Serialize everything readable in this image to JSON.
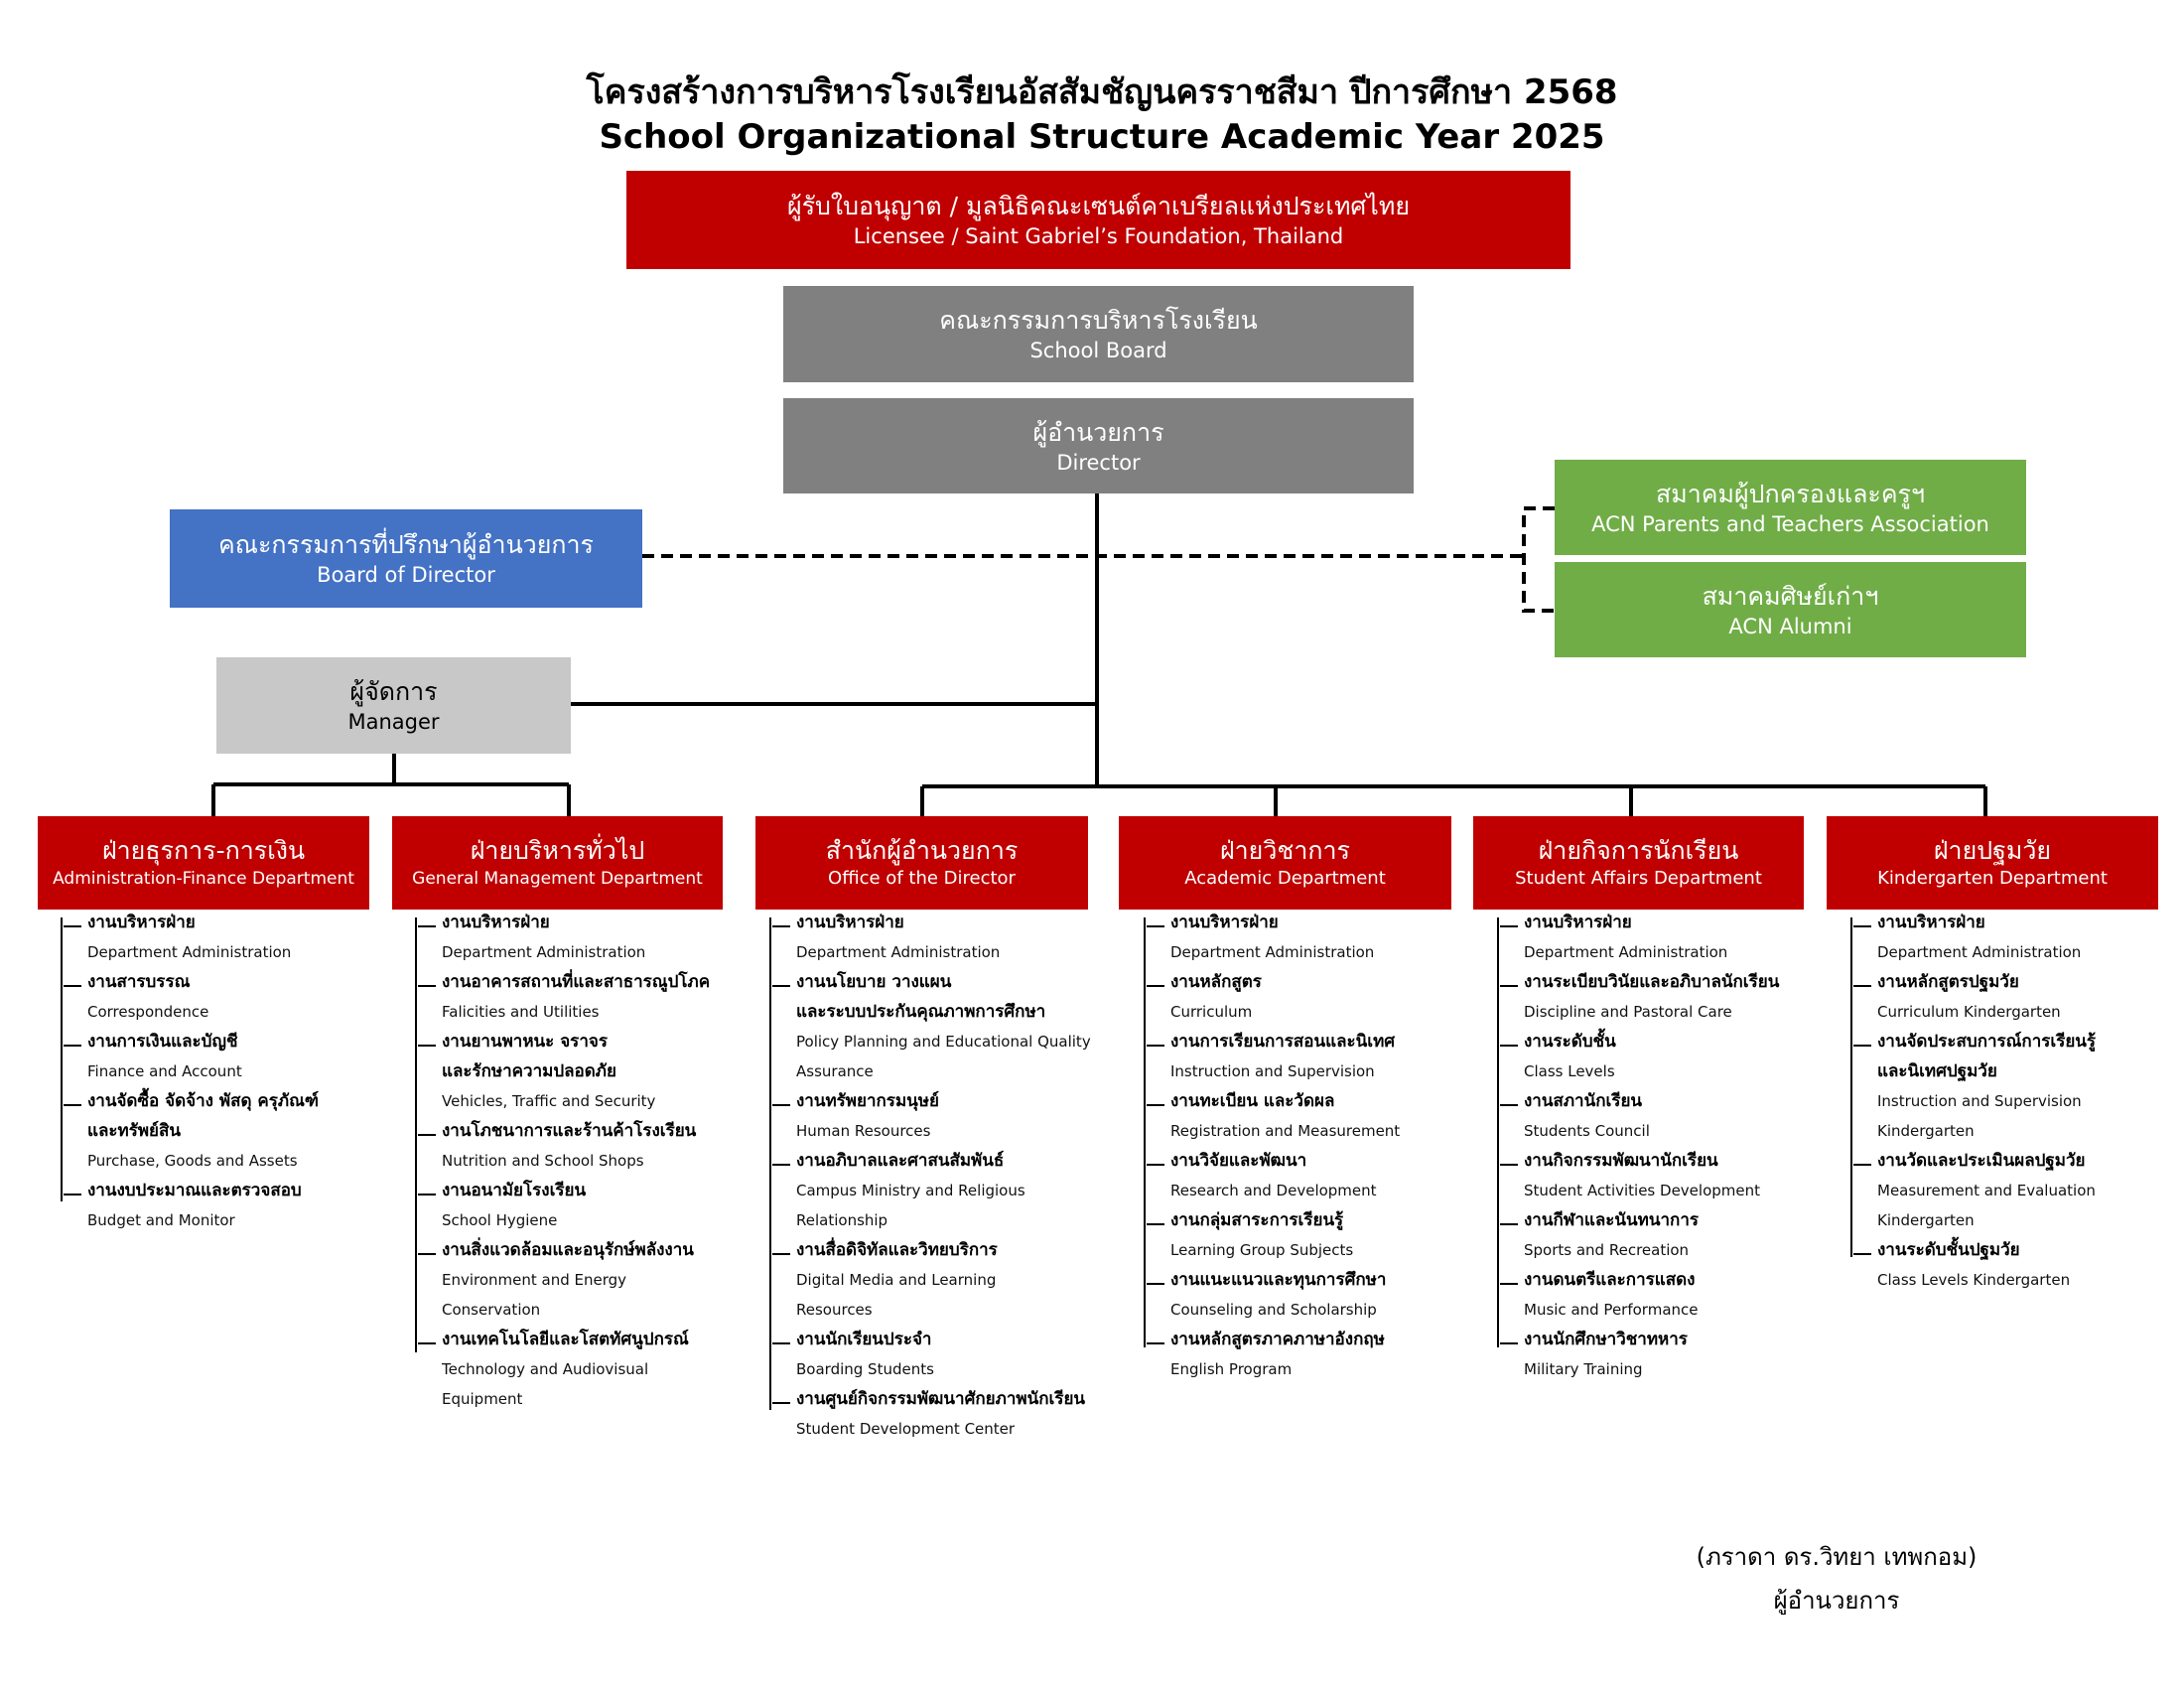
{
  "title": {
    "thai": "โครงสร้างการบริหารโรงเรียนอัสสัมชัญนครราชสีมา ปีการศึกษา 2568",
    "english": "School Organizational Structure Academic Year 2025"
  },
  "top": {
    "licensee": {
      "th": "ผู้รับใบอนุญาต / มูลนิธิคณะเซนต์คาเบรียลแห่งประเทศไทย",
      "en": "Licensee / Saint Gabriel’s Foundation, Thailand"
    },
    "board": {
      "th": "คณะกรรมการบริหารโรงเรียน",
      "en": "School Board"
    },
    "director": {
      "th": "ผู้อำนวยการ",
      "en": "Director"
    },
    "advisory": {
      "th": "คณะกรรมการที่ปรึกษาผู้อำนวยการ",
      "en": "Board of Director"
    },
    "parents": {
      "th": "สมาคมผู้ปกครองและครูฯ",
      "en": "ACN Parents and Teachers Association"
    },
    "alumni": {
      "th": "สมาคมศิษย์เก่าฯ",
      "en": "ACN Alumni"
    },
    "manager": {
      "th": "ผู้จัดการ",
      "en": "Manager"
    }
  },
  "departments": [
    {
      "th": "ฝ่ายธุรการ-การเงิน",
      "en": "Administration-Finance Department",
      "items": [
        {
          "th": "งานบริหารฝ่าย",
          "en": [
            "Department Administration"
          ]
        },
        {
          "th": "งานสารบรรณ",
          "en": [
            "Correspondence"
          ]
        },
        {
          "th": "งานการเงินและบัญชี",
          "en": [
            "Finance and Account"
          ]
        },
        {
          "th": "งานจัดซื้อ จัดจ้าง พัสดุ ครุภัณฑ์\nและทรัพย์สิน",
          "en": [
            "Purchase, Goods and Assets"
          ]
        },
        {
          "th": "งานงบประมาณและตรวจสอบ",
          "en": [
            "Budget and Monitor"
          ]
        }
      ]
    },
    {
      "th": "ฝ่ายบริหารทั่วไป",
      "en": "General Management Department",
      "items": [
        {
          "th": "งานบริหารฝ่าย",
          "en": [
            "Department Administration"
          ]
        },
        {
          "th": "งานอาคารสถานที่และสาธารณูปโภค",
          "en": [
            "Falicities and Utilities"
          ]
        },
        {
          "th": "งานยานพาหนะ จราจร\nและรักษาความปลอดภัย",
          "en": [
            "Vehicles, Traffic and Security"
          ]
        },
        {
          "th": "งานโภชนาการและร้านค้าโรงเรียน",
          "en": [
            "Nutrition and School Shops"
          ]
        },
        {
          "th": "งานอนามัยโรงเรียน",
          "en": [
            "School Hygiene"
          ]
        },
        {
          "th": "งานสิ่งแวดล้อมและอนุรักษ์พลังงาน",
          "en": [
            "Environment and Energy",
            "Conservation"
          ]
        },
        {
          "th": "งานเทคโนโลยีและโสตทัศนูปกรณ์",
          "en": [
            "Technology and Audiovisual",
            "Equipment"
          ]
        }
      ]
    },
    {
      "th": "สำนักผู้อำนวยการ",
      "en": "Office of the Director",
      "items": [
        {
          "th": "งานบริหารฝ่าย",
          "en": [
            "Department Administration"
          ]
        },
        {
          "th": "งานนโยบาย วางแผน\nและระบบประกันคุณภาพการศึกษา",
          "en": [
            "Policy Planning and Educational Quality",
            "Assurance"
          ]
        },
        {
          "th": "งานทรัพยากรมนุษย์",
          "en": [
            "Human Resources"
          ]
        },
        {
          "th": "งานอภิบาลและศาสนสัมพันธ์",
          "en": [
            "Campus Ministry and Religious",
            "Relationship"
          ]
        },
        {
          "th": "งานสื่อดิจิทัลและวิทยบริการ",
          "en": [
            "Digital Media and Learning",
            "Resources"
          ]
        },
        {
          "th": "งานนักเรียนประจำ",
          "en": [
            "Boarding Students"
          ]
        },
        {
          "th": "งานศูนย์กิจกรรมพัฒนาศักยภาพนักเรียน",
          "en": [
            "Student Development Center"
          ]
        }
      ]
    },
    {
      "th": "ฝ่ายวิชาการ",
      "en": "Academic Department",
      "items": [
        {
          "th": "งานบริหารฝ่าย",
          "en": [
            "Department Administration"
          ]
        },
        {
          "th": "งานหลักสูตร",
          "en": [
            "Curriculum"
          ]
        },
        {
          "th": "งานการเรียนการสอนและนิเทศ",
          "en": [
            "Instruction and Supervision"
          ]
        },
        {
          "th": "งานทะเบียน และวัดผล",
          "en": [
            "Registration and Measurement"
          ]
        },
        {
          "th": "งานวิจัยและพัฒนา",
          "en": [
            "Research and Development"
          ]
        },
        {
          "th": "งานกลุ่มสาระการเรียนรู้",
          "en": [
            "Learning Group Subjects"
          ]
        },
        {
          "th": "งานแนะแนวและทุนการศึกษา",
          "en": [
            "Counseling and Scholarship"
          ]
        },
        {
          "th": "งานหลักสูตรภาคภาษาอังกฤษ",
          "en": [
            "English Program"
          ]
        }
      ]
    },
    {
      "th": "ฝ่ายกิจการนักเรียน",
      "en": "Student Affairs Department",
      "items": [
        {
          "th": "งานบริหารฝ่าย",
          "en": [
            "Department Administration"
          ]
        },
        {
          "th": "งานระเบียบวินัยและอภิบาลนักเรียน",
          "en": [
            "Discipline and Pastoral Care"
          ]
        },
        {
          "th": "งานระดับชั้น",
          "en": [
            "Class Levels"
          ]
        },
        {
          "th": "งานสภานักเรียน",
          "en": [
            "Students Council"
          ]
        },
        {
          "th": "งานกิจกรรมพัฒนานักเรียน",
          "en": [
            "Student Activities Development"
          ]
        },
        {
          "th": "งานกีฬาและนันทนาการ",
          "en": [
            "Sports and Recreation"
          ]
        },
        {
          "th": "งานดนตรีและการแสดง",
          "en": [
            "Music and Performance"
          ]
        },
        {
          "th": "งานนักศึกษาวิชาทหาร",
          "en": [
            "Military Training"
          ]
        }
      ]
    },
    {
      "th": "ฝ่ายปฐมวัย",
      "en": "Kindergarten Department",
      "items": [
        {
          "th": "งานบริหารฝ่าย",
          "en": [
            "Department Administration"
          ]
        },
        {
          "th": "งานหลักสูตรปฐมวัย",
          "en": [
            "Curriculum Kindergarten"
          ]
        },
        {
          "th": "งานจัดประสบการณ์การเรียนรู้\nและนิเทศปฐมวัย",
          "en": [
            "Instruction and Supervision",
            "Kindergarten"
          ]
        },
        {
          "th": "งานวัดและประเมินผลปฐมวัย",
          "en": [
            "Measurement and Evaluation",
            "Kindergarten"
          ]
        },
        {
          "th": "งานระดับชั้นปฐมวัย",
          "en": [
            "Class Levels Kindergarten"
          ]
        }
      ]
    }
  ],
  "signature": {
    "name": "(ภราดา ดร.วิทยา  เทพกอม)",
    "position": "ผู้อำนวยการ"
  },
  "colors": {
    "red": "#c00000",
    "gray": "#808080",
    "light_gray": "#c8c8c8",
    "blue": "#4472c4",
    "green": "#70ad47"
  }
}
